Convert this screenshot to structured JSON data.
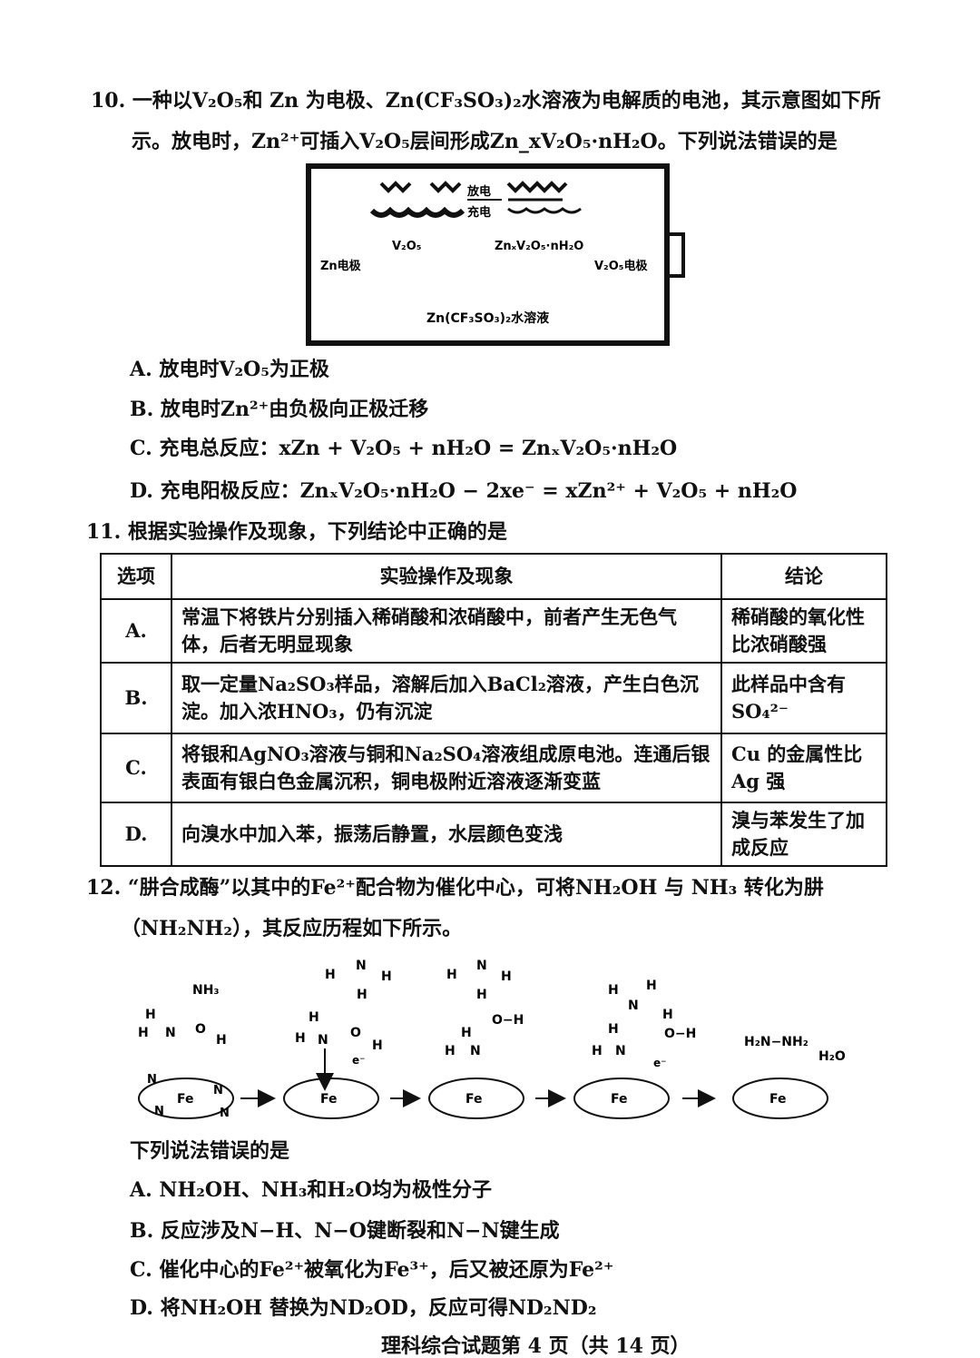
{
  "q10": {
    "stem_line1": "10. 一种以V₂O₅和 Zn 为电极、Zn(CF₃SO₃)₂水溶液为电解质的电池，其示意图如下所",
    "stem_line2": "示。放电时，Zn²⁺可插入V₂O₅层间形成Zn_xV₂O₅·nH₂O。下列说法错误的是",
    "battery": {
      "discharge": "放电",
      "charge": "充电",
      "left_material": "V₂O₅",
      "right_material": "ZnₓV₂O₅·nH₂O",
      "zn_electrode": "Zn电极",
      "v2o5_electrode": "V₂O₅电极",
      "electrolyte": "Zn(CF₃SO₃)₂水溶液"
    },
    "options": [
      "A. 放电时V₂O₅为正极",
      "B. 放电时Zn²⁺由负极向正极迁移",
      "C. 充电总反应：xZn + V₂O₅ + nH₂O = ZnₓV₂O₅·nH₂O",
      "D. 充电阳极反应：ZnₓV₂O₅·nH₂O − 2xe⁻ = xZn²⁺ + V₂O₅ + nH₂O"
    ]
  },
  "q11": {
    "stem": "11. 根据实验操作及现象，下列结论中正确的是",
    "headers": [
      "选项",
      "实验操作及现象",
      "结论"
    ],
    "rows": [
      {
        "opt": "A.",
        "op": "常温下将铁片分别插入稀硝酸和浓硝酸中，前者产生无色气体，后者无明显现象",
        "res": "稀硝酸的氧化性比浓硝酸强"
      },
      {
        "opt": "B.",
        "op": "取一定量Na₂SO₃样品，溶解后加入BaCl₂溶液，产生白色沉淀。加入浓HNO₃，仍有沉淀",
        "res": "此样品中含有SO₄²⁻"
      },
      {
        "opt": "C.",
        "op": "将银和AgNO₃溶液与铜和Na₂SO₄溶液组成原电池。连通后银表面有银白色金属沉积，铜电极附近溶液逐渐变蓝",
        "res": "Cu 的金属性比Ag 强"
      },
      {
        "opt": "D.",
        "op": "向溴水中加入苯，振荡后静置，水层颜色变浅",
        "res": "溴与苯发生了加成反应"
      }
    ]
  },
  "q12": {
    "stem_line1": "12. “肼合成酶”以其中的Fe²⁺配合物为催化中心，可将NH₂OH 与 NH₃ 转化为肼",
    "stem_line2": "（NH₂NH₂），其反应历程如下所示。",
    "diagram": {
      "nh3": "NH₃",
      "fe": "Fe",
      "n": "N",
      "h": "H",
      "o": "O",
      "e_minus": "e⁻",
      "oh": "O−H",
      "h2nnh2": "H₂N−NH₂",
      "h2o": "H₂O"
    },
    "prompt": "下列说法错误的是",
    "options": [
      "A. NH₂OH、NH₃和H₂O均为极性分子",
      "B. 反应涉及N−H、N−O键断裂和N−N键生成",
      "C. 催化中心的Fe²⁺被氧化为Fe³⁺，后又被还原为Fe²⁺",
      "D. 将NH₂OH 替换为ND₂OD，反应可得ND₂ND₂"
    ]
  },
  "footer": "理科综合试题第 4 页（共 14 页）"
}
